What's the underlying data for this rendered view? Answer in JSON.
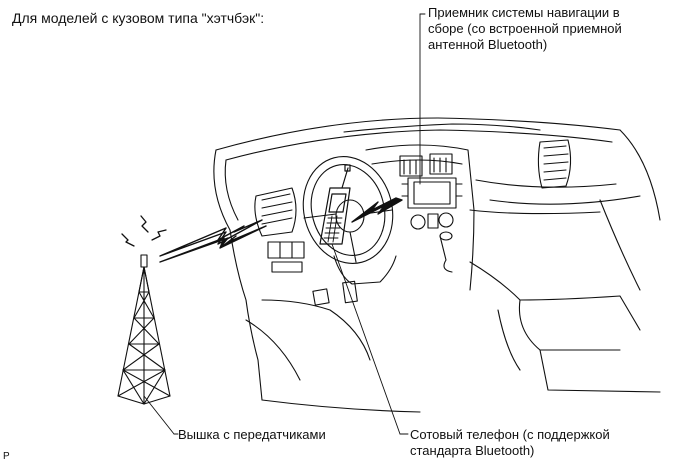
{
  "title": "Для моделей с кузовом типа \"хэтчбэк\":",
  "callouts": {
    "nav_receiver": [
      "Приемник системы навигации в",
      "сборе (со встроенной приемной",
      "антенной Bluetooth)"
    ],
    "tower": "Вышка с передатчиками",
    "phone": [
      "Сотовый телефон (с поддержкой",
      "стандарта Bluetooth)"
    ]
  },
  "corner_mark": "P"
}
